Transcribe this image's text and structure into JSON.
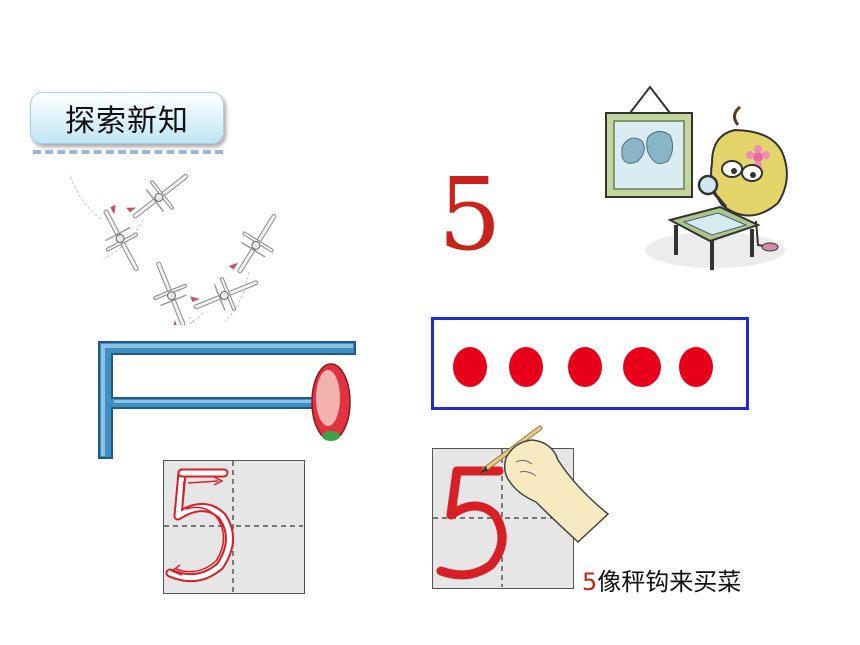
{
  "title": "探索新知",
  "big_number": "5",
  "dot_count": 5,
  "caption": {
    "number": "5",
    "text": "像秤钩来买菜"
  },
  "colors": {
    "red": "#c8241c",
    "dot": "#e8001a",
    "blue": "#1f2bd6",
    "flag": "#2f6f9e"
  },
  "icons": [
    "airplane-icon",
    "flag-icon",
    "balloon-icon",
    "map-icon",
    "pear-character-icon",
    "hand-pencil-icon"
  ]
}
